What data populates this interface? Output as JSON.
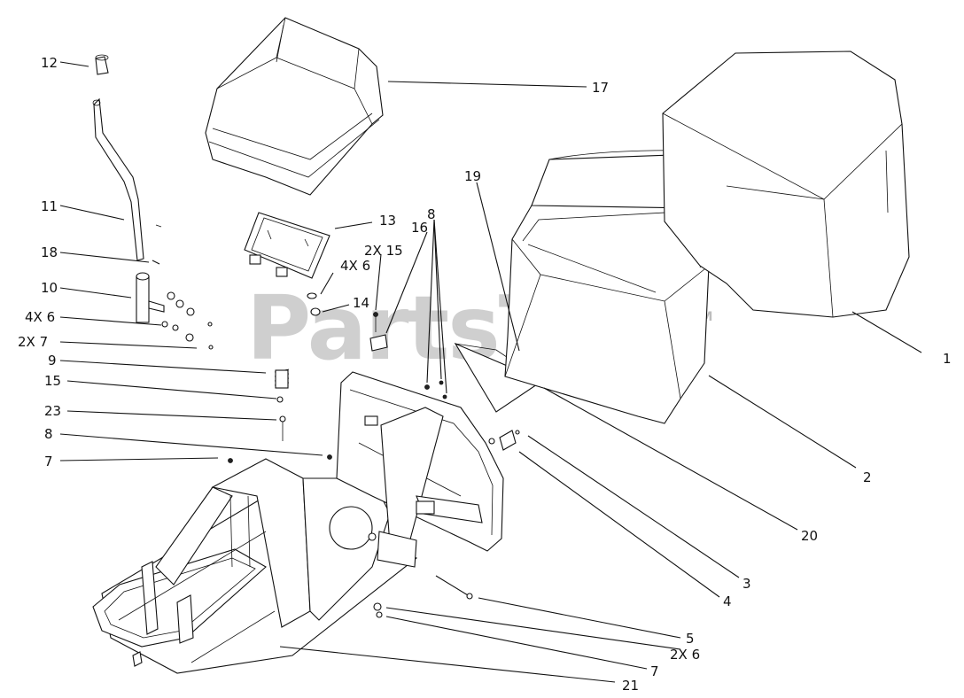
{
  "watermark": {
    "text": "PartsTree",
    "trademark": "TM"
  },
  "callouts": [
    {
      "id": "c12",
      "label": "12"
    },
    {
      "id": "c17",
      "label": "17"
    },
    {
      "id": "c11",
      "label": "11"
    },
    {
      "id": "c18",
      "label": "18"
    },
    {
      "id": "c10",
      "label": "10"
    },
    {
      "id": "c4x6a",
      "label": "4X 6"
    },
    {
      "id": "c2x7",
      "label": "2X 7"
    },
    {
      "id": "c9",
      "label": "9"
    },
    {
      "id": "c15a",
      "label": "15"
    },
    {
      "id": "c23",
      "label": "23"
    },
    {
      "id": "c8a",
      "label": "8"
    },
    {
      "id": "c7a",
      "label": "7"
    },
    {
      "id": "c13",
      "label": "13"
    },
    {
      "id": "c2x15",
      "label": "2X 15"
    },
    {
      "id": "c4x6b",
      "label": "4X 6"
    },
    {
      "id": "c14",
      "label": "14"
    },
    {
      "id": "c16",
      "label": "16"
    },
    {
      "id": "c8b",
      "label": "8"
    },
    {
      "id": "c19",
      "label": "19"
    },
    {
      "id": "c1",
      "label": "1"
    },
    {
      "id": "c2",
      "label": "2"
    },
    {
      "id": "c20",
      "label": "20"
    },
    {
      "id": "c3",
      "label": "3"
    },
    {
      "id": "c4",
      "label": "4"
    },
    {
      "id": "c5",
      "label": "5"
    },
    {
      "id": "c2x6",
      "label": "2X 6"
    },
    {
      "id": "c7b",
      "label": "7"
    },
    {
      "id": "c21",
      "label": "21"
    }
  ]
}
